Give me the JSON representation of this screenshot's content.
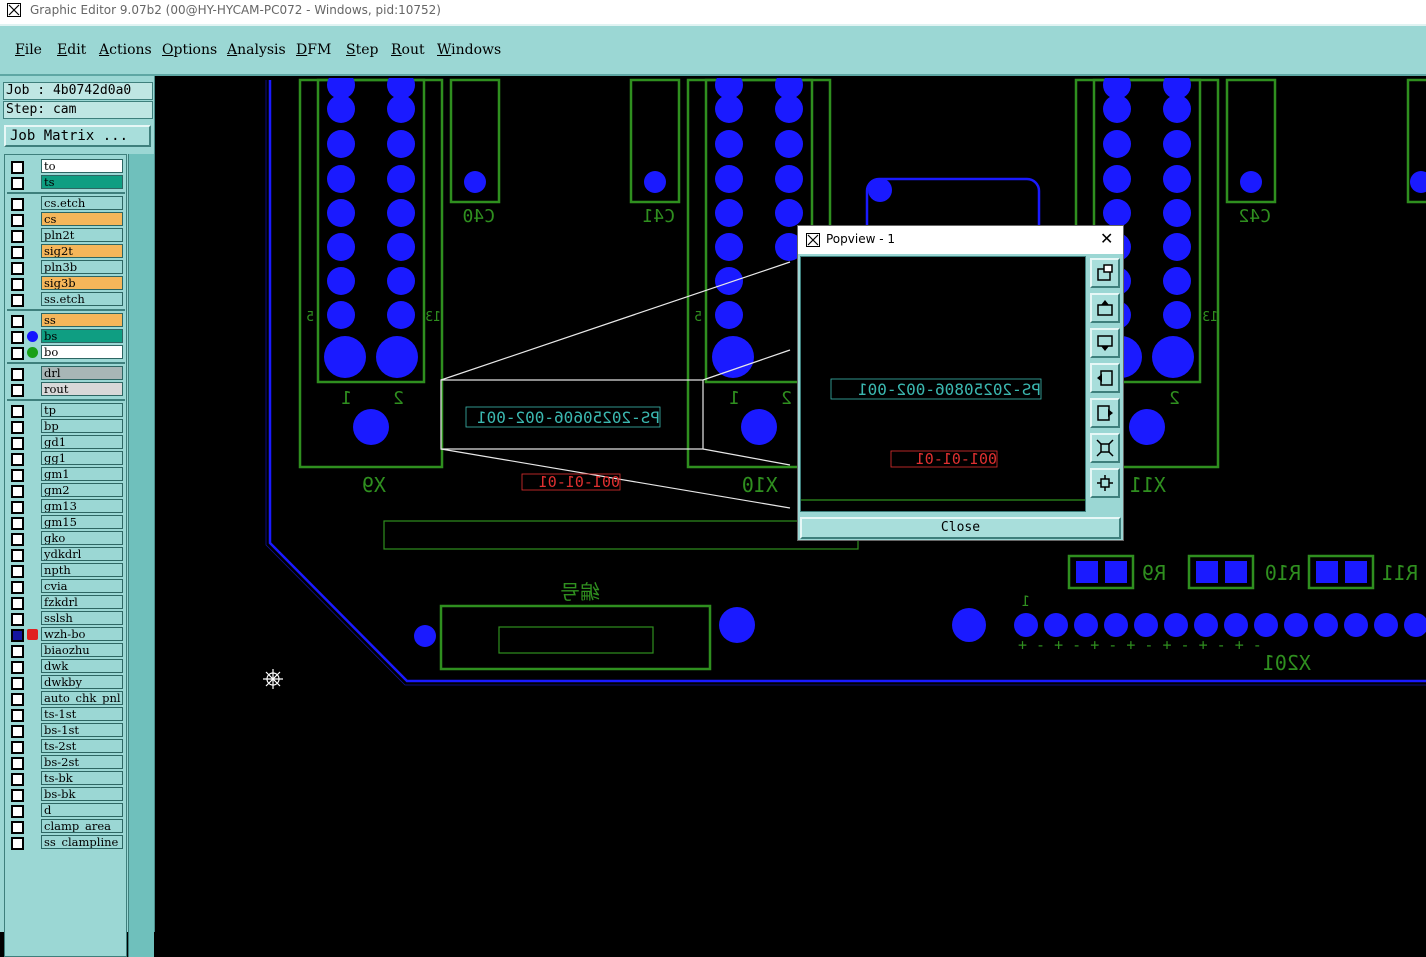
{
  "window": {
    "title": "Graphic Editor 9.07b2 (00@HY-HYCAM-PC072 - Windows, pid:10752)"
  },
  "menu": [
    {
      "label": "File",
      "mnemonic": "F"
    },
    {
      "label": "Edit",
      "mnemonic": "E"
    },
    {
      "label": "Actions",
      "mnemonic": "A"
    },
    {
      "label": "Options",
      "mnemonic": "O"
    },
    {
      "label": "Analysis",
      "mnemonic": "A"
    },
    {
      "label": "DFM",
      "mnemonic": "D"
    },
    {
      "label": "Step",
      "mnemonic": "S"
    },
    {
      "label": "Rout",
      "mnemonic": "R"
    },
    {
      "label": "Windows",
      "mnemonic": "W"
    }
  ],
  "job": {
    "job_text": "Job : 4b0742d0a0",
    "step_text": "Step: cam",
    "matrix_button": "Job Matrix ..."
  },
  "layers": [
    {
      "name": "to",
      "color": "#ffffff",
      "group": 0
    },
    {
      "name": "ts",
      "color": "#0f9e82",
      "group": 0
    },
    {
      "name": "cs.etch",
      "color": "#9bd7d4",
      "group": 1
    },
    {
      "name": "cs",
      "color": "#f5b65a",
      "group": 1
    },
    {
      "name": "pln2t",
      "color": "#9bd7d4",
      "group": 1
    },
    {
      "name": "sig2t",
      "color": "#f5b65a",
      "group": 1
    },
    {
      "name": "pln3b",
      "color": "#9bd7d4",
      "group": 1
    },
    {
      "name": "sig3b",
      "color": "#f5b65a",
      "group": 1
    },
    {
      "name": "ss.etch",
      "color": "#9bd7d4",
      "group": 1
    },
    {
      "name": "ss",
      "color": "#f5b65a",
      "group": 2
    },
    {
      "name": "bs",
      "color": "#0f9e82",
      "group": 2,
      "dot": "#1515ff"
    },
    {
      "name": "bo",
      "color": "#ffffff",
      "group": 2,
      "dot": "#18a018"
    },
    {
      "name": "drl",
      "color": "#a8b6b6",
      "group": 3
    },
    {
      "name": "rout",
      "color": "#d8d8d8",
      "group": 3
    },
    {
      "name": "tp",
      "color": "#9bd7d4",
      "group": 4
    },
    {
      "name": "bp",
      "color": "#9bd7d4",
      "group": 4
    },
    {
      "name": "gd1",
      "color": "#9bd7d4",
      "group": 4
    },
    {
      "name": "gg1",
      "color": "#9bd7d4",
      "group": 4
    },
    {
      "name": "gm1",
      "color": "#9bd7d4",
      "group": 4
    },
    {
      "name": "gm2",
      "color": "#9bd7d4",
      "group": 4
    },
    {
      "name": "gm13",
      "color": "#9bd7d4",
      "group": 4
    },
    {
      "name": "gm15",
      "color": "#9bd7d4",
      "group": 4
    },
    {
      "name": "gko",
      "color": "#9bd7d4",
      "group": 4
    },
    {
      "name": "ydkdrl",
      "color": "#9bd7d4",
      "group": 4
    },
    {
      "name": "npth",
      "color": "#9bd7d4",
      "group": 4
    },
    {
      "name": "cvia",
      "color": "#9bd7d4",
      "group": 4
    },
    {
      "name": "fzkdrl",
      "color": "#9bd7d4",
      "group": 4
    },
    {
      "name": "sslsh",
      "color": "#9bd7d4",
      "group": 4
    },
    {
      "name": "wzh-bo",
      "color": "#9bd7d4",
      "group": 4,
      "active": true
    },
    {
      "name": "biaozhu",
      "color": "#9bd7d4",
      "group": 4
    },
    {
      "name": "dwk",
      "color": "#9bd7d4",
      "group": 4
    },
    {
      "name": "dwkby",
      "color": "#9bd7d4",
      "group": 4
    },
    {
      "name": "auto_chk_pnl",
      "color": "#9bd7d4",
      "group": 4
    },
    {
      "name": "ts-1st",
      "color": "#9bd7d4",
      "group": 4
    },
    {
      "name": "bs-1st",
      "color": "#9bd7d4",
      "group": 4
    },
    {
      "name": "ts-2st",
      "color": "#9bd7d4",
      "group": 4
    },
    {
      "name": "bs-2st",
      "color": "#9bd7d4",
      "group": 4
    },
    {
      "name": "ts-bk",
      "color": "#9bd7d4",
      "group": 4
    },
    {
      "name": "bs-bk",
      "color": "#9bd7d4",
      "group": 4
    },
    {
      "name": "d",
      "color": "#9bd7d4",
      "group": 4
    },
    {
      "name": "clamp_area",
      "color": "#9bd7d4",
      "group": 4
    },
    {
      "name": "ss_clampline",
      "color": "#9bd7d4",
      "group": 4
    }
  ],
  "board": {
    "designators": [
      "X9",
      "X10",
      "X11",
      "X201",
      "C40",
      "C41",
      "C42",
      "R9",
      "R10",
      "R11"
    ],
    "pins": [
      "1",
      "2",
      "1",
      "2",
      "2",
      "5",
      "13",
      "5",
      "13",
      "5",
      "13",
      "1"
    ],
    "pin_signs": "+ - + - + - + - + - + - + -",
    "serial_text": "PS-20250606-002-001",
    "date_code": "001-01-01",
    "chinese_mark": "编号",
    "colors": {
      "pads": "#1a1aff",
      "silk": "#2f8f1f",
      "serial": "#3bb8b0",
      "code": "#e03030",
      "outline": "#1a1aff"
    }
  },
  "popview": {
    "title": "Popview - 1",
    "serial_text": "PS-20250806-002-001",
    "date_code": "001-01-01",
    "close_label": "Close",
    "tools": [
      "zoom-fit-icon",
      "pan-up-icon",
      "pan-down-icon",
      "pan-left-icon",
      "pan-right-icon",
      "zoom-in-icon",
      "zoom-out-icon"
    ]
  }
}
